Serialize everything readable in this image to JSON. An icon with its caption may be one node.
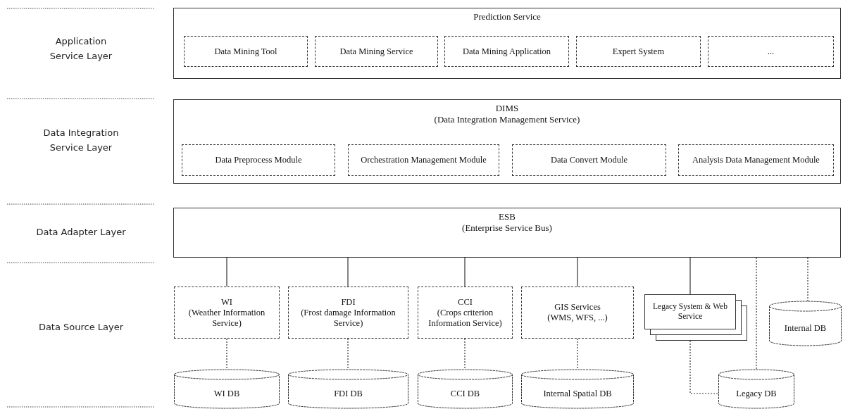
{
  "diagram": {
    "nodes": [
      {
        "text": [
          "Prediction Service"
        ]
      },
      {
        "text": [
          "Data Mining Tool"
        ],
        "in": 0
      },
      {
        "text": [
          "Data Mining Service"
        ],
        "in": 0
      },
      {
        "text": [
          "Data Mining Application"
        ],
        "in": 0
      },
      {
        "text": [
          "Expert System"
        ],
        "in": 0
      },
      {
        "text": [
          "..."
        ],
        "in": 0
      },
      {
        "text": [
          "DIMS",
          "(Data Integration Management Service)"
        ]
      },
      {
        "text": [
          "Data Preprocess Module"
        ],
        "in": 6
      },
      {
        "text": [
          "Orchestration Management Module"
        ],
        "in": 6
      },
      {
        "text": [
          "Data Convert Module"
        ],
        "in": 6
      },
      {
        "text": [
          "Analysis Data Management Module"
        ],
        "in": 6
      },
      {
        "text": [
          "ESB",
          "(Enterprise Service Bus)"
        ]
      },
      {
        "text": [
          "WI",
          "(Weather Information Service)"
        ]
      },
      {
        "text": [
          "FDI",
          "(Frost damage Information Service)"
        ]
      },
      {
        "text": [
          "CCI",
          "(Crops criterion Information Service)"
        ]
      },
      {
        "text": [
          "GIS Services",
          "(WMS, WFS, ...)"
        ]
      },
      {
        "text": [
          "Legacy System & Web Service"
        ]
      },
      {
        "text": [
          "Internal DB"
        ]
      },
      {
        "text": [
          "WI DB"
        ]
      },
      {
        "text": [
          "FDI DB"
        ]
      },
      {
        "text": [
          "CCI DB"
        ]
      },
      {
        "text": [
          "Internal Spatial DB"
        ]
      },
      {
        "text": [
          "Legacy DB"
        ]
      }
    ],
    "edges": [
      {
        "from": 11,
        "to": 12,
        "arrow": "none"
      },
      {
        "from": 11,
        "to": 13,
        "arrow": "none"
      },
      {
        "from": 11,
        "to": 14,
        "arrow": "none"
      },
      {
        "from": 11,
        "to": 15,
        "arrow": "none"
      },
      {
        "from": 11,
        "to": 16,
        "arrow": "none"
      },
      {
        "from": 11,
        "to": 22,
        "arrow": "none",
        "style": "dashed"
      },
      {
        "from": 11,
        "to": 17,
        "arrow": "none",
        "style": "dashed"
      },
      {
        "from": 12,
        "to": 18,
        "arrow": "none",
        "style": "dashed"
      },
      {
        "from": 13,
        "to": 19,
        "arrow": "none",
        "style": "dashed"
      },
      {
        "from": 14,
        "to": 20,
        "arrow": "none",
        "style": "dashed"
      },
      {
        "from": 15,
        "to": 21,
        "arrow": "none",
        "style": "dashed"
      },
      {
        "from": 16,
        "to": 22,
        "arrow": "none",
        "style": "dashed"
      }
    ],
    "labels": [
      "Application Service Layer",
      "Data Integration Service Layer",
      "Data Adapter Layer",
      "Data Source Layer"
    ]
  }
}
